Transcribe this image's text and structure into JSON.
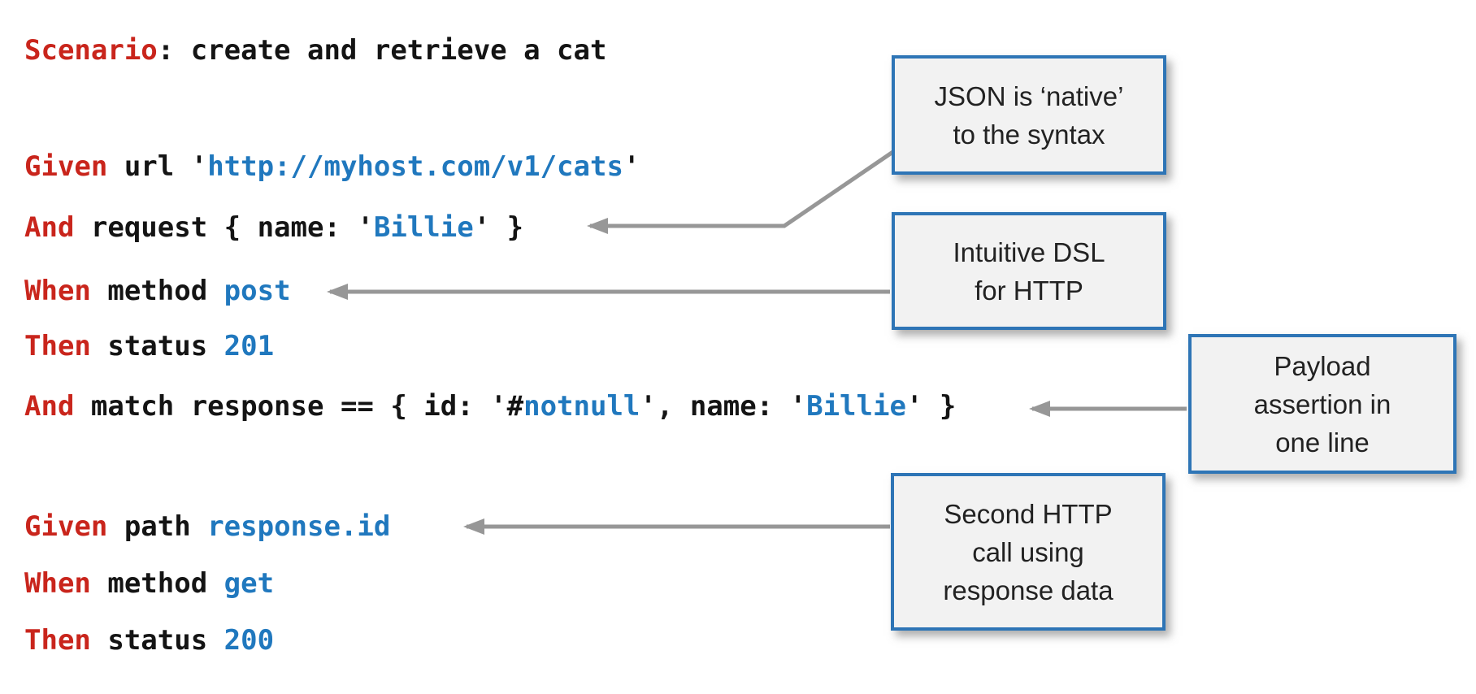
{
  "colors": {
    "keyword_red": "#c9251c",
    "value_blue": "#2078be",
    "code_black": "#141414",
    "box_border_blue": "#2e75b6",
    "box_fill_gray": "#f2f2f2",
    "arrow_gray": "#979797"
  },
  "code": {
    "lines": [
      {
        "id": "scenario",
        "tokens": [
          {
            "text": "Scenario"
          },
          {
            "text": ": create and retrieve a cat"
          }
        ]
      },
      {
        "id": "given-url",
        "tokens": [
          {
            "text": "Given"
          },
          {
            "text": " url '"
          },
          {
            "text": "http://myhost.com/v1/cats"
          },
          {
            "text": "'"
          }
        ]
      },
      {
        "id": "and-request",
        "tokens": [
          {
            "text": "And"
          },
          {
            "text": " request { name: '"
          },
          {
            "text": "Billie"
          },
          {
            "text": "' }"
          }
        ]
      },
      {
        "id": "when-post",
        "tokens": [
          {
            "text": "When"
          },
          {
            "text": " method "
          },
          {
            "text": "post"
          }
        ]
      },
      {
        "id": "then-201",
        "tokens": [
          {
            "text": "Then"
          },
          {
            "text": " status "
          },
          {
            "text": "201"
          }
        ]
      },
      {
        "id": "and-match",
        "tokens": [
          {
            "text": "And"
          },
          {
            "text": " match response == { id: '#"
          },
          {
            "text": "notnull"
          },
          {
            "text": "', name: '"
          },
          {
            "text": "Billie"
          },
          {
            "text": "' }"
          }
        ]
      },
      {
        "id": "given-path",
        "tokens": [
          {
            "text": "Given"
          },
          {
            "text": " path "
          },
          {
            "text": "response.id"
          }
        ]
      },
      {
        "id": "when-get",
        "tokens": [
          {
            "text": "When"
          },
          {
            "text": " method "
          },
          {
            "text": "get"
          }
        ]
      },
      {
        "id": "then-200",
        "tokens": [
          {
            "text": "Then"
          },
          {
            "text": " status "
          },
          {
            "text": "200"
          }
        ]
      }
    ]
  },
  "callouts": [
    {
      "id": "json-native",
      "lines": [
        "JSON is ‘native’",
        "to the syntax"
      ]
    },
    {
      "id": "intuitive-dsl",
      "lines": [
        "Intuitive DSL",
        "for HTTP"
      ]
    },
    {
      "id": "payload-assertion",
      "lines": [
        "Payload",
        "assertion in",
        "one line"
      ]
    },
    {
      "id": "second-call",
      "lines": [
        "Second HTTP",
        "call using",
        "response data"
      ]
    }
  ]
}
